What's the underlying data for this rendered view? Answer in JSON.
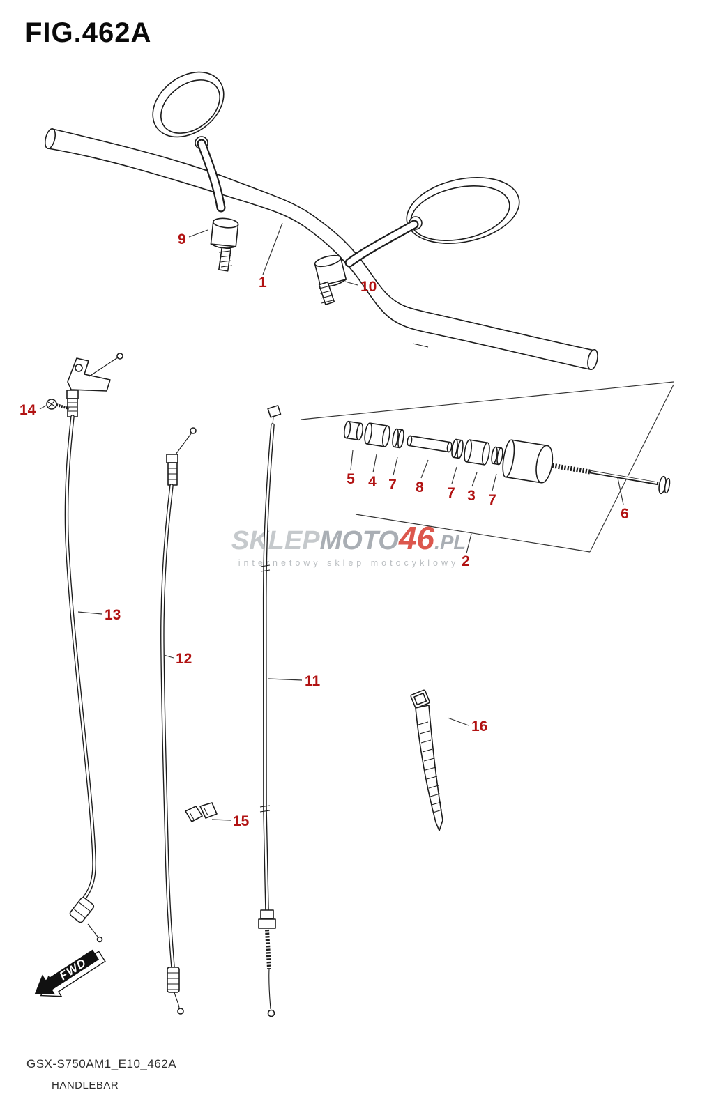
{
  "figure": {
    "title": "FIG.462A"
  },
  "parts": {
    "p1": "1",
    "p2": "2",
    "p3": "3",
    "p4": "4",
    "p5": "5",
    "p6": "6",
    "p7": "7",
    "p8": "8",
    "p9": "9",
    "p10": "10",
    "p11": "11",
    "p12": "12",
    "p13": "13",
    "p14": "14",
    "p15": "15",
    "p16": "16"
  },
  "watermark": {
    "pre": "SKLEP",
    "mid": "MOTO",
    "num": "46",
    "suffix": ".PL",
    "subtitle": "internetowy sklep motocyklowy"
  },
  "fwd_label": "FWD",
  "footer": {
    "code": "GSX-S750AM1_E10_462A",
    "name": "HANDLEBAR"
  },
  "colors": {
    "label": "#b11212",
    "line": "#1c1c1c",
    "watermark_gray": "#9ba1a7",
    "watermark_red": "#d63a2e"
  }
}
